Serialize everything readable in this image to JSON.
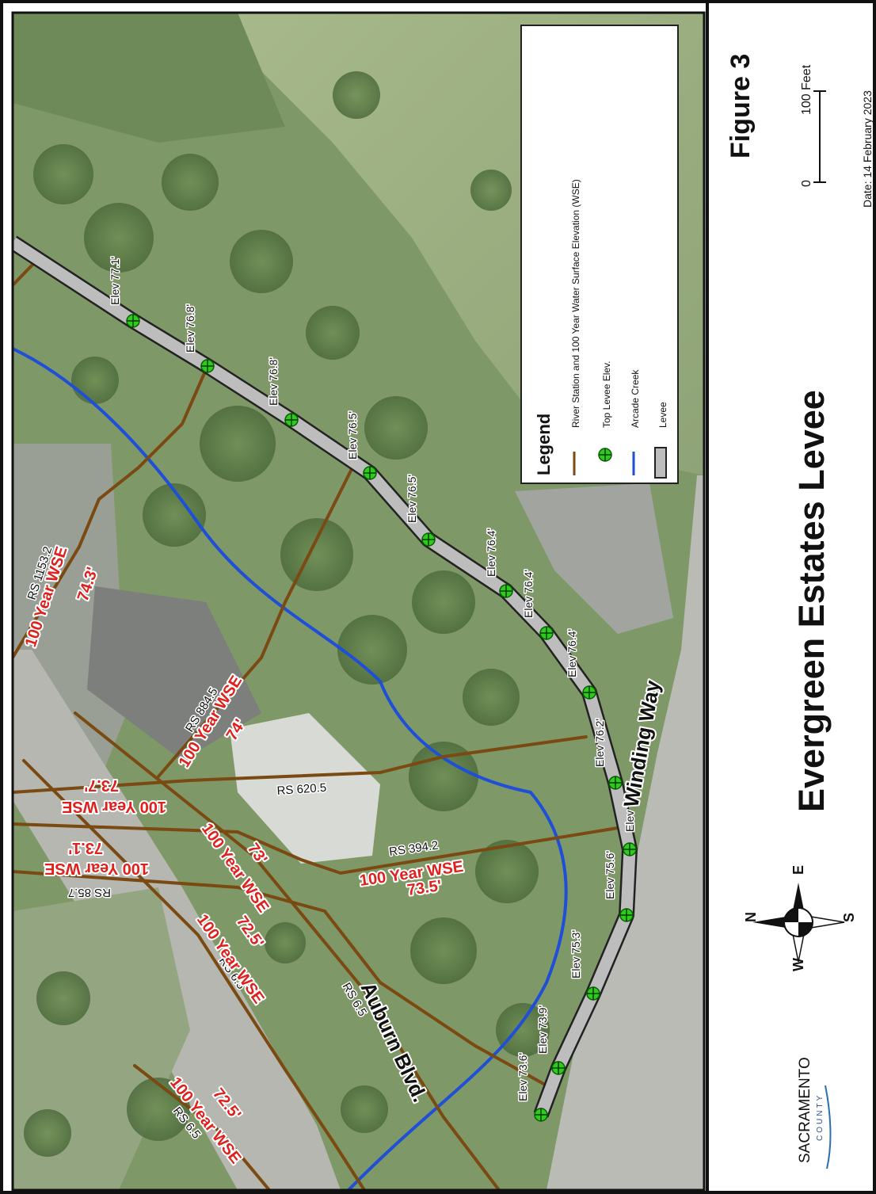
{
  "title": "Evergreen Estates Levee",
  "figure": "Figure 3",
  "date": "Date: 14 February 2023",
  "scale_bar": {
    "start": "0",
    "end": "100 Feet"
  },
  "north_arrow": {
    "n": "N",
    "e": "E",
    "s": "S",
    "w": "W"
  },
  "logo": {
    "line1": "SACRAMENTO",
    "line2": "COUNTY"
  },
  "legend": {
    "title": "Legend",
    "items": [
      "River Station and 100 Year Water Surface Elevation (WSE)",
      "Top Levee Elev.",
      "Arcade Creek",
      "Levee"
    ]
  },
  "colors": {
    "levee": "#bdbdbd",
    "levee_outline": "#222222",
    "creek": "#1f4fd6",
    "river_station": "#7a4a12",
    "point": "#2ecc1a",
    "wse_label": "#e0201c"
  },
  "elevations": [
    "Elev 77.1'",
    "Elev 76.8'",
    "Elev 76.8'",
    "Elev 76.5'",
    "Elev 76.5'",
    "Elev 76.4'",
    "Elev 76.4'",
    "Elev 76.4'",
    "Elev 76.2'",
    "Elev 75.9'",
    "Elev 75.6'",
    "Elev 75.3'",
    "Elev 73.9'",
    "Elev 73.6'"
  ],
  "river_stations": {
    "rs1153": {
      "rs": "RS 1153.2",
      "wse_label": "100 Year WSE",
      "wse": "74.3'"
    },
    "rs884": {
      "rs": "RS 884.5",
      "wse_label": "100 Year WSE",
      "wse": "74'"
    },
    "rs620": {
      "rs": "RS 620.5",
      "wse_label": "100 Year WSE",
      "wse": "73.7'"
    },
    "rs394": {
      "rs": "RS 394.2",
      "wse_label": "100 Year WSE",
      "wse": "73.5'"
    },
    "rs85": {
      "rs": "RS 85.7",
      "wse_label": "100 Year WSE",
      "wse": "73.1'"
    },
    "rsA": {
      "wse_label": "100 Year WSE",
      "wse": "73'"
    },
    "rs65a": {
      "rs": "RS 6.5",
      "wse_label": "100 Year WSE",
      "wse": "72.5'"
    },
    "rs65b": {
      "rs": "RS 6.5"
    },
    "rs65c": {
      "rs": "RS 6.5",
      "wse_label": "100 Year WSE",
      "wse": "72.5'"
    }
  },
  "streets": {
    "winding": "Winding Way",
    "auburn": "Auburn Blvd."
  }
}
